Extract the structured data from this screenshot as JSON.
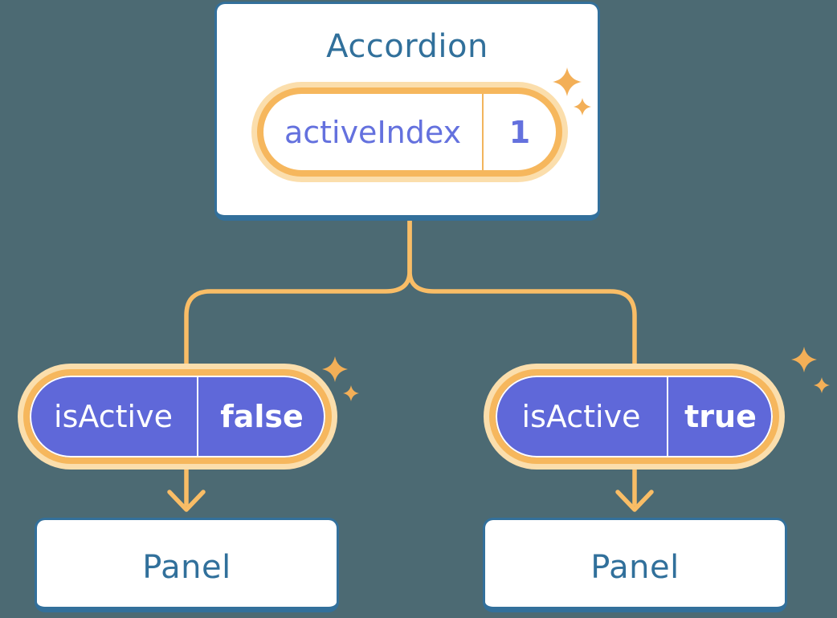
{
  "diagram": {
    "root": {
      "title": "Accordion",
      "pill": {
        "label": "activeIndex",
        "value": "1"
      }
    },
    "children": [
      {
        "pill": {
          "label": "isActive",
          "value": "false"
        },
        "panel": "Panel"
      },
      {
        "pill": {
          "label": "isActive",
          "value": "true"
        },
        "panel": "Panel"
      }
    ]
  },
  "colors": {
    "background": "#4C6A73",
    "card_fill": "#FFFFFF",
    "card_border_blue": "#33709B",
    "text_blue": "#31709B",
    "pill_purple": "#5F68D9",
    "text_purple": "#6471DE",
    "pill_text_white": "#FFFFFF",
    "ring_orange": "#F6B75D",
    "glow_orange": "#FBDEAC",
    "connector_orange": "#F9BD66",
    "sparkle_orange": "#F3AF57"
  },
  "icons": {
    "sparkle": "sparkle-icon",
    "arrow": "arrow-down-icon"
  }
}
